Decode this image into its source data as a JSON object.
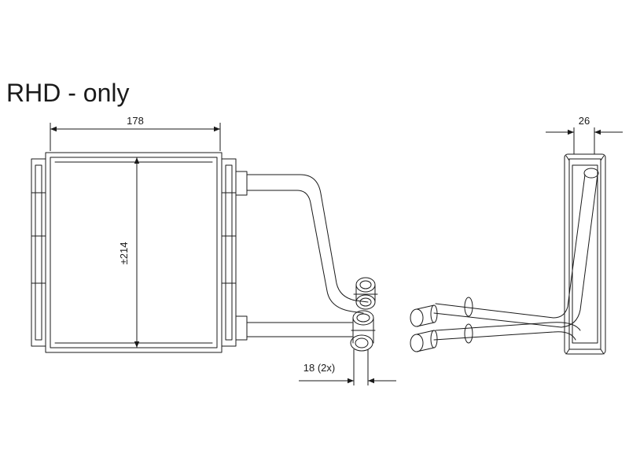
{
  "heading": "RHD - only",
  "dimensions": {
    "width": "178",
    "height": "±214",
    "depth": "26",
    "pipe": "18 (2x)"
  },
  "colors": {
    "line": "#1a1a1a",
    "background": "#ffffff"
  }
}
